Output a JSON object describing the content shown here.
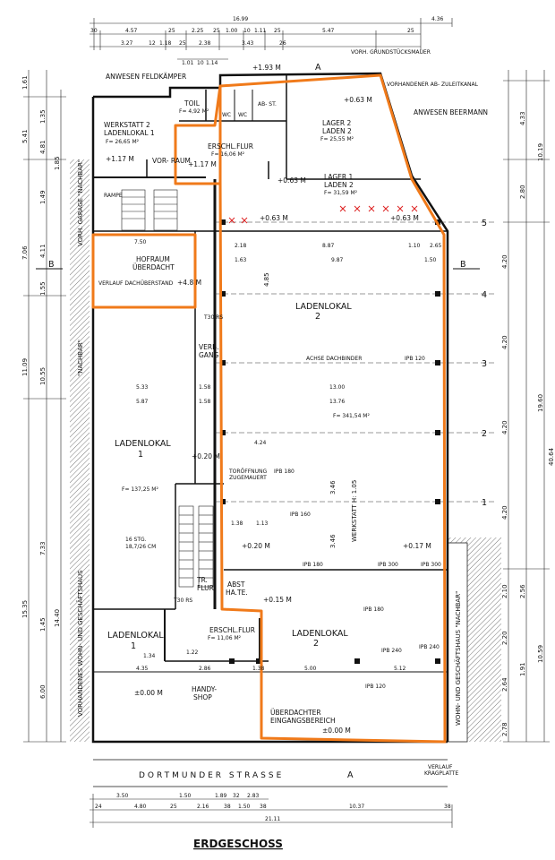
{
  "plan": {
    "title": "ERDGESCHOSS",
    "street": "DORTMUNDER STRASSE",
    "neighbors": {
      "top_left": "ANWESEN FELDKÄMPER",
      "top_right": "ANWESEN BEERMANN",
      "garage": "VORH. GARAGE \"NACHBAR\"",
      "left_nachbar": "\"NACHBAR\"",
      "left_building": "VORHANDENES WOHN- UND GESCHÄFTSHAUS",
      "right_building": "WOHN- UND GESCHÄFTSHAUS \"NACHBAR\"",
      "boundary_wall": "VORH. GRUNDSTÜCKSMAUER",
      "sewer": "VORHANDENER AB- ZULEITKANAL"
    },
    "rooms": {
      "werkstatt_1": "WERKSTATT 2",
      "werkstatt_2": "LADENLOKAL 1",
      "toil": "TOIL",
      "wc1": "WC",
      "wc2": "WC",
      "abst": "AB- ST.",
      "lager2_1": "LAGER 2",
      "lager2_2": "LADEN 2",
      "erschl_flur": "ERSCHL.FLUR",
      "vorraum": "VOR- RAUM",
      "lager1_1": "LAGER 1",
      "lager1_2": "LADEN 2",
      "rampe": "RAMPE",
      "hofraum_1": "HOFRAUM",
      "hofraum_2": "ÜBERDACHT",
      "verlauf": "VERLAUF DACHÜBERSTAND",
      "ladenlokal2_upper_1": "LADENLOKAL",
      "ladenlokal2_upper_2": "2",
      "verb_gang_1": "VERB.",
      "verb_gang_2": "GANG",
      "achse": "ACHSE DACHBINDER",
      "ladenlokal1_upper_1": "LADENLOKAL",
      "ladenlokal1_upper_2": "1",
      "tor_1": "TORÖFFNUNG",
      "tor_2": "ZUGEMAUERT",
      "werkstatt_vert": "WERKSTATT H: 1.05",
      "abst_ha_1": "ABST",
      "abst_ha_2": "HA.TE.",
      "tr_flur_1": "TR.",
      "tr_flur_2": "FLUR",
      "ladenlokal2_lower_1": "LADENLOKAL",
      "ladenlokal2_lower_2": "2",
      "ladenlokal1_lower_1": "LADENLOKAL",
      "ladenlokal1_lower_2": "1",
      "erschl_flur2": "ERSCHL.FLUR",
      "handy_1": "HANDY-",
      "handy_2": "SHOP",
      "eingang_1": "ÜBERDACHTER",
      "eingang_2": "EINGANGSBEREICH",
      "verlauf_krag_1": "VERLAUF",
      "verlauf_krag_2": "KRAGPLATTE",
      "stg": "16 STG.",
      "stg2": "18,7/26 CM",
      "t30a": "T30 RS",
      "t30b": "T30 RS"
    },
    "areas": {
      "werkstatt": "F= 26,65 M²",
      "toil": "F= 4,92 M²",
      "erschl": "F= 16,06 M²",
      "lager2": "F= 25,55 M²",
      "lager1": "F= 31,59 M²",
      "laden2": "F= 341,54 M²",
      "laden1": "F= 137,25 M²",
      "flur": "F= 11,06 M²"
    },
    "levels": {
      "werkstatt": "+1.17 M",
      "erschl": "+1.17 M",
      "top": "+1.93 M",
      "lager2": "+0.63 M",
      "lager1": "+0.63 M",
      "axis5_a": "+0.63 M",
      "axis5_b": "+0.63 M",
      "hofraum": "+4.8 M",
      "laden1_upper": "+0.20 M",
      "laden2_mid": "+0.20 M",
      "laden2_right": "+0.17 M",
      "abst": "+0.15 M",
      "handy": "±0.00 M",
      "eingang": "±0.00 M"
    },
    "markers": {
      "section_b": "B",
      "section_a": "A",
      "axes": [
        "5",
        "4",
        "3",
        "2",
        "1"
      ],
      "ipbs": [
        "IPB 120",
        "IPB 180",
        "IPB 160",
        "IPB 180",
        "IPB 300",
        "IPB 180",
        "IPB 240",
        "IPB 240",
        "IPB 120",
        "IPB 300"
      ]
    },
    "dims_top": {
      "total": "16.99",
      "right": "4.36",
      "row1": [
        "30",
        "4.57",
        "25",
        "2.25",
        "25",
        "1.00",
        "10",
        "1.11",
        "25",
        "5.47",
        "25"
      ],
      "row2": [
        "3.27",
        "12",
        "1.18",
        "25",
        "2.38",
        "3.43",
        "26"
      ],
      "row3": [
        "1.01",
        "10",
        "1.14"
      ]
    },
    "dims_left_outer": [
      "1.61",
      "5.41",
      "7.06",
      "11.09",
      "15.35"
    ],
    "dims_left_inner": [
      "1.35",
      "4.81",
      "1.85",
      "1.49",
      "4.11",
      "1.55",
      "10.55",
      "7.33",
      "1.45",
      "6.00",
      "14.40"
    ],
    "dims_right_outer": [
      "4.33",
      "10.19",
      "40.64",
      "19.60"
    ],
    "dims_right_inner": [
      "2.80",
      "4.20",
      "4.20",
      "4.20",
      "4.20",
      "2.10",
      "2.56",
      "2.20",
      "1.91",
      "2.64",
      "10.59",
      "2.78"
    ],
    "dims_inner": {
      "hof_w": "7.50",
      "a": "2.18",
      "b": "8.87",
      "c": "1.10",
      "d": "2.65",
      "e": "1.63",
      "f": "9.87",
      "g": "1.50",
      "h": "4.85",
      "i": "5.33",
      "j": "1.58",
      "k": "13.00",
      "l": "5.87",
      "m": "13.76",
      "n": "4.24",
      "o": "3.46",
      "p": "3.46",
      "q": "1.38",
      "r": "1.13",
      "s": "4.35",
      "t": "2.86",
      "u": "1.38",
      "v": "5.00",
      "w": "5.12",
      "x": "1.22",
      "y": "1.34"
    },
    "dims_bottom": {
      "row1": [
        "3.50",
        "1.50",
        "1.89",
        "32",
        "2.83"
      ],
      "row2": [
        "24",
        "4.80",
        "25",
        "2.16",
        "38",
        "1.50",
        "38",
        "10.37",
        "38"
      ],
      "total": "21.11"
    }
  }
}
